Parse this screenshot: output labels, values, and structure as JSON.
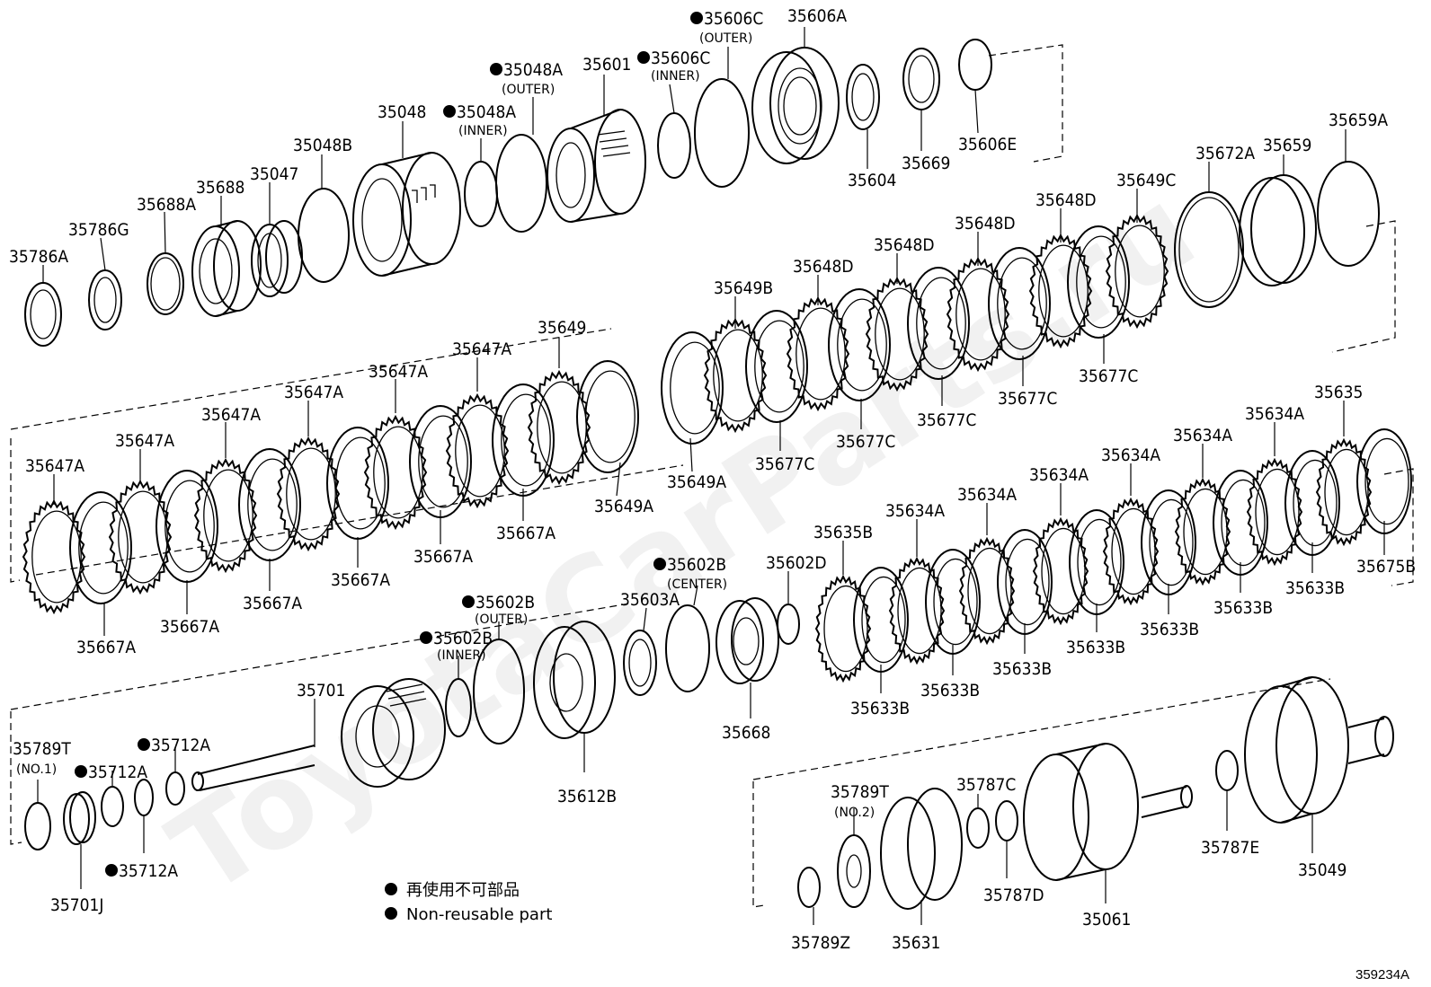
{
  "labels": {
    "p35786A": "35786A",
    "p35786G": "35786G",
    "p35688A": "35688A",
    "p35688": "35688",
    "p35047": "35047",
    "p35048B": "35048B",
    "p35048": "35048",
    "p35048A_inner": "35048A",
    "inner1": "(INNER)",
    "p35048A_outer": "35048A",
    "outer1": "(OUTER)",
    "p35601": "35601",
    "p35606C_inner": "35606C",
    "inner2": "(INNER)",
    "p35606C_outer": "35606C",
    "outer2": "(OUTER)",
    "p35606A": "35606A",
    "p35604": "35604",
    "p35669": "35669",
    "p35606E": "35606E",
    "p35672A": "35672A",
    "p35659": "35659",
    "p35659A": "35659A",
    "p35649C": "35649C",
    "p35648D_1": "35648D",
    "p35648D_2": "35648D",
    "p35648D_3": "35648D",
    "p35648D_4": "35648D",
    "p35649B": "35649B",
    "p35677C_1": "35677C",
    "p35677C_2": "35677C",
    "p35677C_3": "35677C",
    "p35677C_4": "35677C",
    "p35677C_5": "35677C",
    "p35649A_1": "35649A",
    "p35649": "35649",
    "p35649A_2": "35649A",
    "p35647A_1": "35647A",
    "p35647A_2": "35647A",
    "p35647A_3": "35647A",
    "p35647A_4": "35647A",
    "p35647A_5": "35647A",
    "p35647A_6": "35647A",
    "p35667A_1": "35667A",
    "p35667A_2": "35667A",
    "p35667A_3": "35667A",
    "p35667A_4": "35667A",
    "p35667A_5": "35667A",
    "p35667A_6": "35667A",
    "p35635": "35635",
    "p35634A_1": "35634A",
    "p35634A_2": "35634A",
    "p35634A_3": "35634A",
    "p35634A_4": "35634A",
    "p35634A_5": "35634A",
    "p35634A_6": "35634A",
    "p35635B": "35635B",
    "p35602D": "35602D",
    "p35675B": "35675B",
    "p35633B_1": "35633B",
    "p35633B_2": "35633B",
    "p35633B_3": "35633B",
    "p35633B_4": "35633B",
    "p35633B_5": "35633B",
    "p35633B_6": "35633B",
    "p35633B_7": "35633B",
    "p35602B_center": "35602B",
    "center": "(CENTER)",
    "p35602B_outer": "35602B",
    "outer3": "(OUTER)",
    "p35602B_inner": "35602B",
    "inner3": "(INNER)",
    "p35603A": "35603A",
    "p35668": "35668",
    "p35612B": "35612B",
    "p35701": "35701",
    "p35789T_1": "35789T",
    "no1": "(NO.1)",
    "p35712A_1": "35712A",
    "p35712A_2": "35712A",
    "p35712A_3": "35712A",
    "p35701J": "35701J",
    "p35789T_2": "35789T",
    "no2": "(NO.2)",
    "p35787C": "35787C",
    "p35787D": "35787D",
    "p35787E": "35787E",
    "p35049": "35049",
    "p35061": "35061",
    "p35631": "35631",
    "p35789Z": "35789Z"
  },
  "legend": {
    "line1": "再使用不可部品",
    "line2": "Non-reusable part"
  },
  "diagram_code": "359234A",
  "watermark": "ToyotaCarParts.ru"
}
